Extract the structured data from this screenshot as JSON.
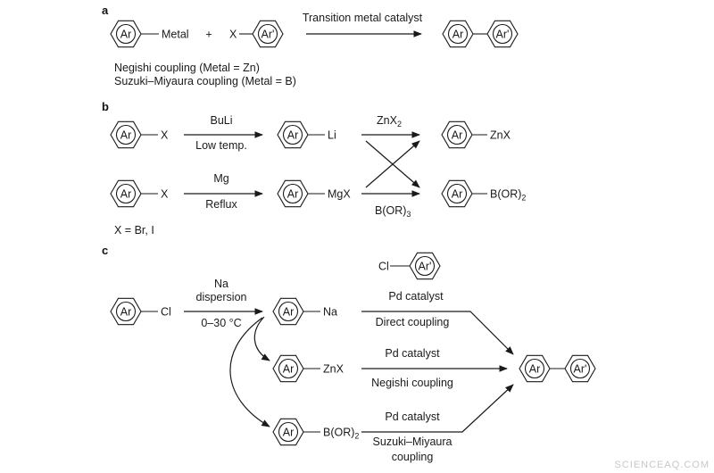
{
  "panels": {
    "a": {
      "label": "a",
      "reactant1": {
        "ring": "Ar",
        "substituent": "Metal"
      },
      "plus": "+",
      "reactant2": {
        "substituent": "X",
        "ring": "Ar'"
      },
      "arrow_label": "Transition metal catalyst",
      "product": {
        "ring1": "Ar",
        "ring2": "Ar'"
      },
      "note1": "Negishi coupling (Metal = Zn)",
      "note2": "Suzuki–Miyaura coupling (Metal = B)"
    },
    "b": {
      "label": "b",
      "row1": {
        "start": "X",
        "reagent_top": "BuLi",
        "reagent_bottom": "Low temp.",
        "intermediate": "Li"
      },
      "row2": {
        "start": "X",
        "reagent_top": "Mg",
        "reagent_bottom": "Reflux",
        "intermediate": "MgX"
      },
      "cross_top_label": "ZnX",
      "cross_top_sub": "2",
      "cross_bottom_label": "B(OR)",
      "cross_bottom_sub": "3",
      "product_top": "ZnX",
      "product_bottom": "B(OR)",
      "product_bottom_sub": "2",
      "note": "X = Br, I",
      "ring": "Ar"
    },
    "c": {
      "label": "c",
      "start": "Cl",
      "reagent_line1": "Na",
      "reagent_line2": "dispersion",
      "reagent_line3": "0–30 °C",
      "na_product": "Na",
      "zn_product": "ZnX",
      "b_product": "B(OR)",
      "b_product_sub": "2",
      "partner": {
        "substituent": "Cl",
        "ring": "Ar'"
      },
      "route1_top": "Pd catalyst",
      "route1_bottom": "Direct coupling",
      "route2_top": "Pd catalyst",
      "route2_bottom": "Negishi coupling",
      "route3_top": "Pd catalyst",
      "route3_bottom1": "Suzuki–Miyaura",
      "route3_bottom2": "coupling",
      "product": {
        "ring1": "Ar",
        "ring2": "Ar'"
      },
      "ring": "Ar"
    }
  },
  "watermark": "SCIENCEAQ.COM"
}
